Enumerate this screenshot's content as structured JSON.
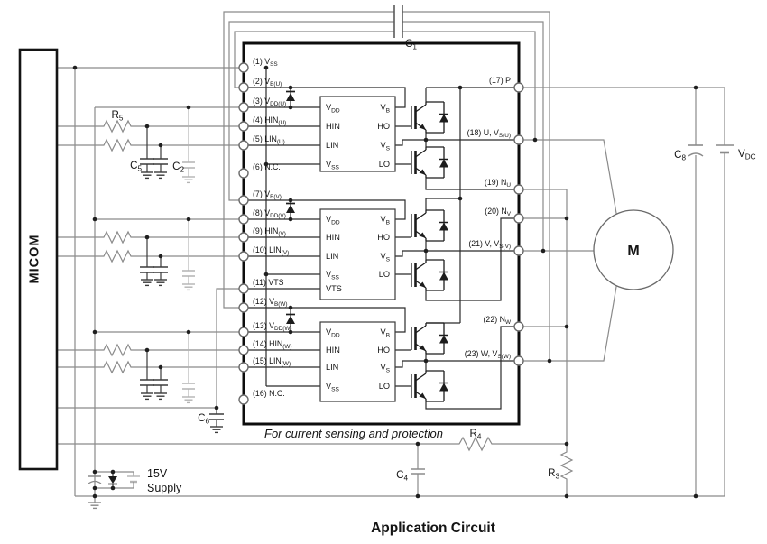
{
  "title": "Application Circuit",
  "note": "For current sensing and protection",
  "micom": "MICOM",
  "motor": "M",
  "supply": {
    "line1": "15V",
    "line2": "Supply"
  },
  "ic": {
    "left_pins": [
      {
        "pre": "(1) V",
        "sub": "SS"
      },
      {
        "pre": "(2) V",
        "sub": "B(U)"
      },
      {
        "pre": "(3) V",
        "sub": "DD(U)"
      },
      {
        "pre": "(4) HIN",
        "sub": "(U)"
      },
      {
        "pre": "(5) LIN",
        "sub": "(U)"
      },
      {
        "pre": "(6) N.C.",
        "sub": ""
      },
      {
        "pre": "(7) V",
        "sub": "B(V)"
      },
      {
        "pre": "(8) V",
        "sub": "DD(V)"
      },
      {
        "pre": "(9) HIN",
        "sub": "(V)"
      },
      {
        "pre": "(10) LIN",
        "sub": "(V)"
      },
      {
        "pre": "(11) VTS",
        "sub": ""
      },
      {
        "pre": "(12) V",
        "sub": "B(W)"
      },
      {
        "pre": "(13) V",
        "sub": "DD(W)"
      },
      {
        "pre": "(14) HIN",
        "sub": "(W)"
      },
      {
        "pre": "(15) LIN",
        "sub": "(W)"
      },
      {
        "pre": "(16) N.C.",
        "sub": ""
      }
    ],
    "right_pins": [
      {
        "pre": "(17) P",
        "sub": ""
      },
      {
        "pre": "(18) U, V",
        "sub": "S(U)"
      },
      {
        "pre": "(19) N",
        "sub": "U"
      },
      {
        "pre": "(20) N",
        "sub": "V"
      },
      {
        "pre": "(21) V, V",
        "sub": "S(V)"
      },
      {
        "pre": "(22) N",
        "sub": "W"
      },
      {
        "pre": "(23) W, V",
        "sub": "S(W)"
      }
    ],
    "drivers": [
      {
        "left": [
          [
            "V",
            "DD"
          ],
          [
            "HIN",
            ""
          ],
          [
            "LIN",
            ""
          ],
          [
            "V",
            "SS"
          ]
        ],
        "right": [
          [
            "V",
            "B"
          ],
          [
            "HO",
            ""
          ],
          [
            "V",
            "S"
          ],
          [
            "LO",
            ""
          ]
        ]
      },
      {
        "left": [
          [
            "V",
            "DD"
          ],
          [
            "HIN",
            ""
          ],
          [
            "LIN",
            ""
          ],
          [
            "V",
            "SS"
          ],
          [
            "VTS",
            ""
          ]
        ],
        "right": [
          [
            "V",
            "B"
          ],
          [
            "HO",
            ""
          ],
          [
            "V",
            "S"
          ],
          [
            "LO",
            ""
          ]
        ]
      },
      {
        "left": [
          [
            "V",
            "DD"
          ],
          [
            "HIN",
            ""
          ],
          [
            "LIN",
            ""
          ],
          [
            "V",
            "SS"
          ]
        ],
        "right": [
          [
            "V",
            "B"
          ],
          [
            "HO",
            ""
          ],
          [
            "V",
            "S"
          ],
          [
            "LO",
            ""
          ]
        ]
      }
    ]
  },
  "components": {
    "r5": [
      "R",
      "5"
    ],
    "c5": [
      "C",
      "5"
    ],
    "c2": [
      "C",
      "2"
    ],
    "c6": [
      "C",
      "6"
    ],
    "c1": [
      "C",
      "1"
    ],
    "c4": [
      "C",
      "4"
    ],
    "r4": [
      "R",
      "4"
    ],
    "r3": [
      "R",
      "3"
    ],
    "c8": [
      "C",
      "8"
    ],
    "vdc": [
      "V",
      "DC"
    ]
  },
  "colors": {
    "wire_gray": "#8a8a8a",
    "wire_dark": "#262626",
    "light_gray": "#b3b3b3",
    "ink": "#141414"
  }
}
